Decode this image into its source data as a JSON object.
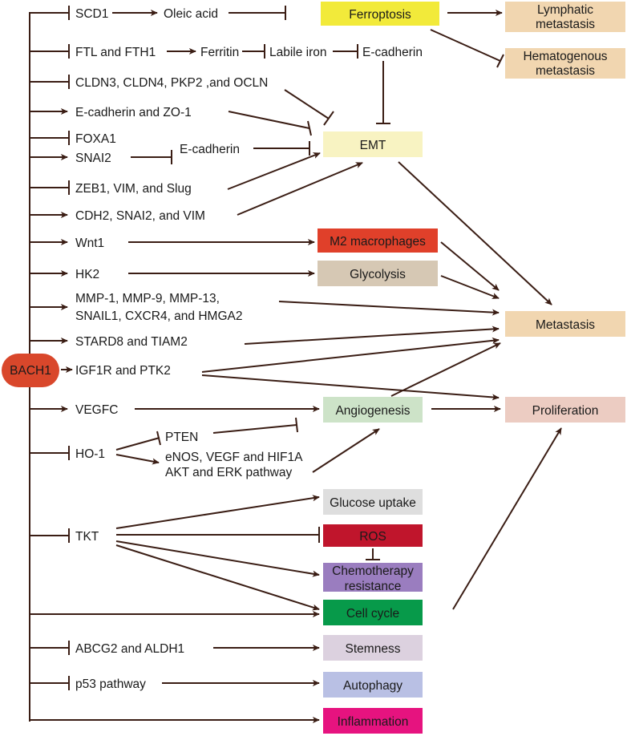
{
  "hub": {
    "label": "BACH1",
    "color": "#d9472b"
  },
  "line_color": "#3a1d14",
  "labels": {
    "scd1": "SCD1",
    "oleic_acid": "Oleic acid",
    "ftl_fth1": "FTL and FTH1",
    "ferritin": "Ferritin",
    "labile_iron": "Labile iron",
    "ecadherin_top": "E-cadherin",
    "cldn": "CLDN3, CLDN4, PKP2 ,and OCLN",
    "ecad_zo1": "E-cadherin and ZO-1",
    "foxa1": "FOXA1",
    "snai2": "SNAI2",
    "ecadherin_mid": "E-cadherin",
    "zeb1": "ZEB1, VIM, and Slug",
    "cdh2": "CDH2, SNAI2, and VIM",
    "wnt1": "Wnt1",
    "hk2": "HK2",
    "mmp_line1": "MMP-1, MMP-9, MMP-13,",
    "mmp_line2": "SNAIL1, CXCR4, and HMGA2",
    "stard8": "STARD8 and TIAM2",
    "igf1r": "IGF1R and PTK2",
    "vegfc": "VEGFC",
    "ho1": "HO-1",
    "pten": "PTEN",
    "enos_line1": "eNOS, VEGF and HIF1A",
    "enos_line2": "AKT and ERK pathway",
    "tkt": "TKT",
    "abcg2": "ABCG2 and ALDH1",
    "p53": "p53 pathway"
  },
  "boxes": {
    "ferroptosis": {
      "label": "Ferroptosis",
      "color": "#f2ea3a"
    },
    "lymphatic": {
      "label1": "Lymphatic",
      "label2": "metastasis",
      "color": "#f1d6b0"
    },
    "hematogenous": {
      "label1": "Hematogenous",
      "label2": "metastasis",
      "color": "#f1d6b0"
    },
    "emt": {
      "label": "EMT",
      "color": "#f8f3c2"
    },
    "m2": {
      "label": "M2 macrophages",
      "color": "#e0402a"
    },
    "glycolysis": {
      "label": "Glycolysis",
      "color": "#d6c8b4"
    },
    "metastasis": {
      "label": "Metastasis",
      "color": "#f1d6b0"
    },
    "angiogenesis": {
      "label": "Angiogenesis",
      "color": "#cde3c8"
    },
    "proliferation": {
      "label": "Proliferation",
      "color": "#ecccc2"
    },
    "glucose": {
      "label": "Glucose uptake",
      "color": "#dedede"
    },
    "ros": {
      "label": "ROS",
      "color": "#c0152c"
    },
    "chemo": {
      "label1": "Chemotherapy",
      "label2": "resistance",
      "color": "#9a7dbf"
    },
    "cellcycle": {
      "label": "Cell cycle",
      "color": "#079a4a"
    },
    "stemness": {
      "label": "Stemness",
      "color": "#dcd1df"
    },
    "autophagy": {
      "label": "Autophagy",
      "color": "#b9c0e4"
    },
    "inflammation": {
      "label": "Inflammation",
      "color": "#e6137f"
    }
  }
}
